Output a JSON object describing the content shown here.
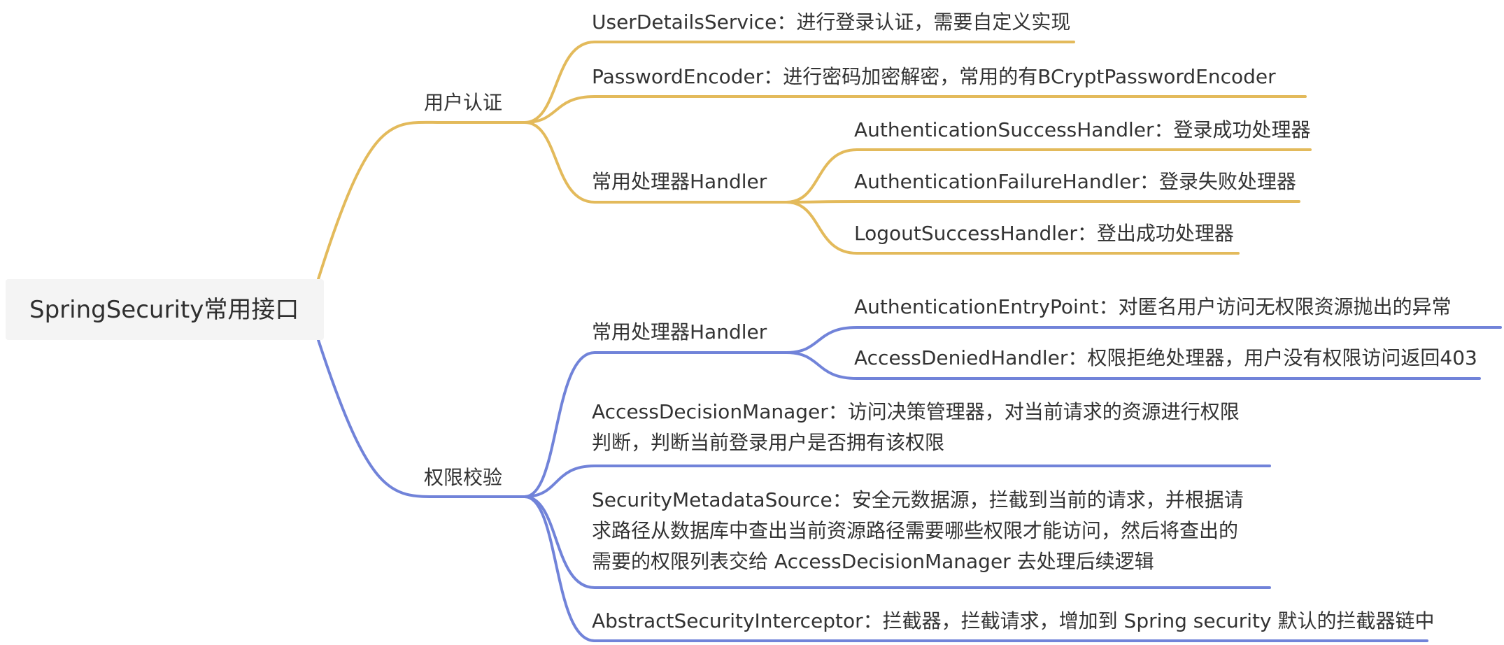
{
  "colors": {
    "branch_auth": "#E3BA5B",
    "branch_perm": "#7183D9",
    "root_bg": "#F4F4F4",
    "text": "#333333"
  },
  "root": "SpringSecurity常用接口",
  "auth": {
    "label": "用户认证",
    "user_details": "UserDetailsService：进行登录认证，需要自定义实现",
    "password_encoder": "PasswordEncoder：进行密码加密解密，常用的有BCryptPasswordEncoder",
    "handler_group": {
      "label": "常用处理器Handler",
      "success": "AuthenticationSuccessHandler：登录成功处理器",
      "failure": "AuthenticationFailureHandler：登录失败处理器",
      "logout": "LogoutSuccessHandler：登出成功处理器"
    }
  },
  "perm": {
    "label": "权限校验",
    "handler_group": {
      "label": "常用处理器Handler",
      "entry_point": "AuthenticationEntryPoint：对匿名用户访问无权限资源抛出的异常",
      "access_denied": "AccessDeniedHandler：权限拒绝处理器，用户没有权限访问返回403"
    },
    "decision_manager": "AccessDecisionManager：访问决策管理器，对当前请求的资源进行权限判断，判断当前登录用户是否拥有该权限",
    "metadata_source": "SecurityMetadataSource：安全元数据源，拦截到当前的请求，并根据请求路径从数据库中查出当前资源路径需要哪些权限才能访问，然后将查出的需要的权限列表交给 AccessDecisionManager 去处理后续逻辑",
    "interceptor": "AbstractSecurityInterceptor：拦截器，拦截请求，增加到 Spring security 默认的拦截器链中"
  }
}
